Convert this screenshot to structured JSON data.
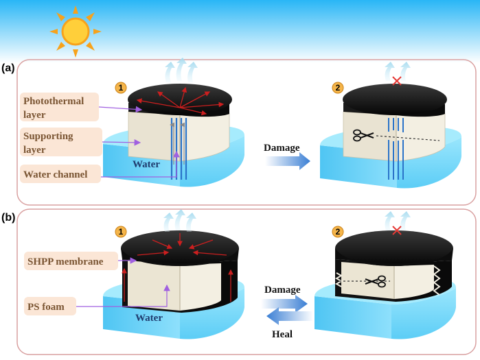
{
  "panels": {
    "a": {
      "letter": "(a)",
      "step1": "1",
      "step2": "2",
      "labels": {
        "photothermal_line1": "Photothermal",
        "photothermal_line2": "layer",
        "supporting_line1": "Supporting",
        "supporting_line2": "layer",
        "water_channel": "Water channel",
        "water": "Water"
      },
      "action": "Damage"
    },
    "b": {
      "letter": "(b)",
      "step1": "1",
      "step2": "2",
      "labels": {
        "membrane": "SHPP membrane",
        "foam": "PS foam",
        "water": "Water"
      },
      "action_forward": "Damage",
      "action_back": "Heal"
    }
  },
  "colors": {
    "sky_top": "#29b6f6",
    "sun": "#f7a21b",
    "panel_border": "#d9a0a0",
    "label_box": "#fbe6d6",
    "label_text": "#7a5533",
    "water": "#7fdcfb",
    "foam": "#efe9d9",
    "top_layer": "#111111",
    "heat_arrow": "#cc1f1f",
    "arrow_blue": "#4a8ad8",
    "callout": "#a060e0",
    "number_badge": "#f5b54a",
    "cross": "#e53935"
  }
}
